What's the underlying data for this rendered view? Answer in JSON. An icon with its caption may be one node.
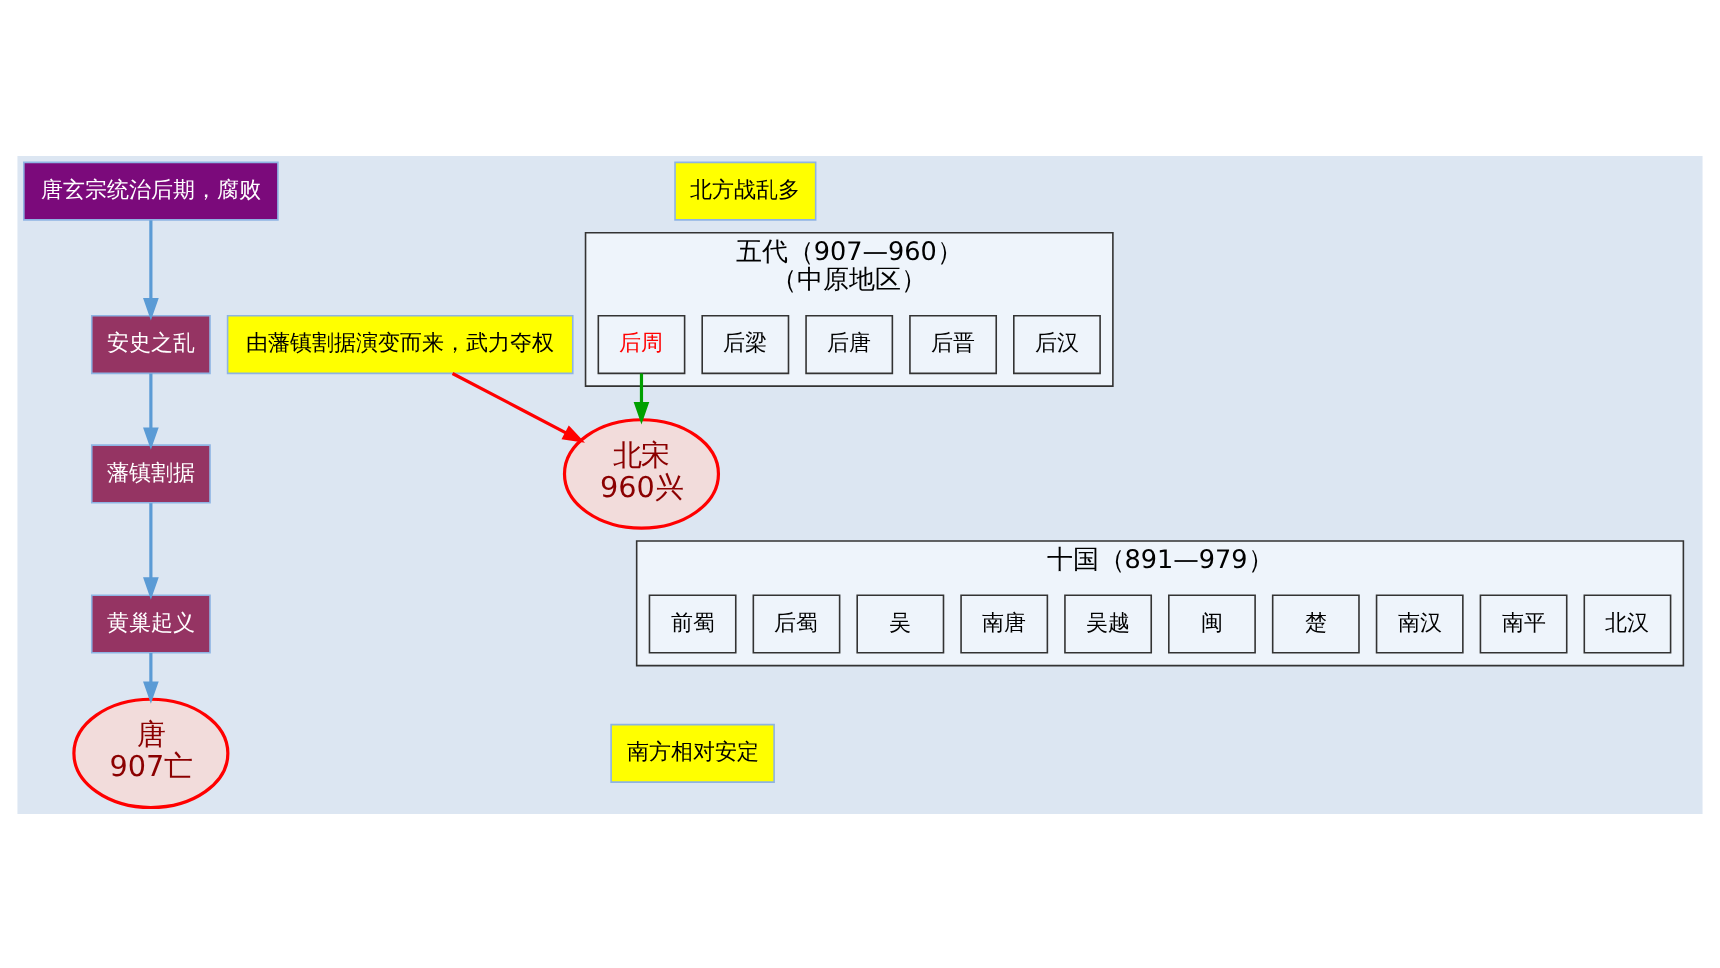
{
  "diagram": {
    "nodes": [
      {
        "text": [
          "唐玄宗统治后期，腐败"
        ]
      },
      {
        "text": [
          "安史之乱"
        ]
      },
      {
        "text": [
          "藩镇割据"
        ]
      },
      {
        "text": [
          "黄巢起义"
        ]
      },
      {
        "text": [
          "唐",
          "907亡"
        ]
      },
      {
        "text": [
          "由藩镇割据演变而来，武力夺权"
        ]
      },
      {
        "text": [
          "北方战乱多"
        ]
      },
      {
        "text": [
          "五代（907—960）",
          "（中原地区）"
        ]
      },
      {
        "text": [
          "后梁"
        ],
        "in": 7
      },
      {
        "text": [
          "后唐"
        ],
        "in": 7
      },
      {
        "text": [
          "后晋"
        ],
        "in": 7
      },
      {
        "text": [
          "后汉"
        ],
        "in": 7
      },
      {
        "text": [
          "后周"
        ],
        "in": 7
      },
      {
        "text": [
          "北宋",
          "960兴"
        ]
      },
      {
        "text": [
          "十国（891—979）"
        ]
      },
      {
        "text": [
          "前蜀"
        ],
        "in": 14
      },
      {
        "text": [
          "后蜀"
        ],
        "in": 14
      },
      {
        "text": [
          "吴"
        ],
        "in": 14
      },
      {
        "text": [
          "南唐"
        ],
        "in": 14
      },
      {
        "text": [
          "吴越"
        ],
        "in": 14
      },
      {
        "text": [
          "闽"
        ],
        "in": 14
      },
      {
        "text": [
          "楚"
        ],
        "in": 14
      },
      {
        "text": [
          "南汉"
        ],
        "in": 14
      },
      {
        "text": [
          "南平"
        ],
        "in": 14
      },
      {
        "text": [
          "北汉"
        ],
        "in": 14
      },
      {
        "text": [
          "南方相对安定"
        ]
      }
    ],
    "edges": [
      {
        "from": 0,
        "to": 1,
        "arrow": "to"
      },
      {
        "from": 1,
        "to": 2,
        "arrow": "to"
      },
      {
        "from": 2,
        "to": 3,
        "arrow": "to"
      },
      {
        "from": 3,
        "to": 4,
        "arrow": "to"
      },
      {
        "from": 5,
        "to": 13,
        "arrow": "to",
        "color": "#ff0000"
      },
      {
        "from": 12,
        "to": 13,
        "arrow": "to",
        "color": "#00a000"
      }
    ]
  }
}
